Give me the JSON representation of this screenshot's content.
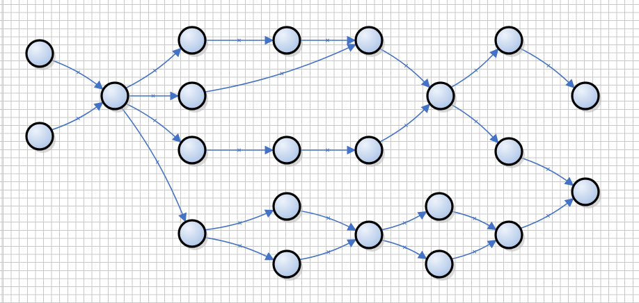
{
  "colors": {
    "edge": "#4472c4",
    "node_fill_light": "#eef3fb",
    "node_fill_dark": "#a9c2e6",
    "node_border": "#000000",
    "grid": "#c8c8c8"
  },
  "nodes": [
    {
      "id": "n1"
    },
    {
      "id": "n2"
    },
    {
      "id": "n3"
    },
    {
      "id": "n4"
    },
    {
      "id": "n5"
    },
    {
      "id": "n6"
    },
    {
      "id": "n7"
    },
    {
      "id": "n8"
    },
    {
      "id": "n9"
    },
    {
      "id": "n10"
    },
    {
      "id": "n11"
    },
    {
      "id": "n12"
    },
    {
      "id": "n13"
    },
    {
      "id": "n14"
    },
    {
      "id": "n15"
    },
    {
      "id": "n16"
    },
    {
      "id": "n17"
    },
    {
      "id": "n18"
    },
    {
      "id": "n19"
    },
    {
      "id": "n20"
    },
    {
      "id": "n21"
    },
    {
      "id": "n22"
    },
    {
      "id": "n23"
    }
  ],
  "edges": [
    {
      "from": "n1",
      "to": "n3"
    },
    {
      "from": "n2",
      "to": "n3"
    },
    {
      "from": "n3",
      "to": "n4"
    },
    {
      "from": "n3",
      "to": "n5"
    },
    {
      "from": "n3",
      "to": "n6"
    },
    {
      "from": "n3",
      "to": "n7"
    },
    {
      "from": "n4",
      "to": "n8"
    },
    {
      "from": "n8",
      "to": "n9"
    },
    {
      "from": "n5",
      "to": "n9"
    },
    {
      "from": "n6",
      "to": "n10"
    },
    {
      "from": "n10",
      "to": "n11"
    },
    {
      "from": "n9",
      "to": "n12"
    },
    {
      "from": "n11",
      "to": "n12"
    },
    {
      "from": "n12",
      "to": "n13"
    },
    {
      "from": "n13",
      "to": "n14"
    },
    {
      "from": "n12",
      "to": "n15"
    },
    {
      "from": "n15",
      "to": "n16"
    },
    {
      "from": "n7",
      "to": "n17"
    },
    {
      "from": "n7",
      "to": "n18"
    },
    {
      "from": "n17",
      "to": "n19"
    },
    {
      "from": "n18",
      "to": "n19"
    },
    {
      "from": "n19",
      "to": "n20"
    },
    {
      "from": "n19",
      "to": "n21"
    },
    {
      "from": "n20",
      "to": "n22"
    },
    {
      "from": "n21",
      "to": "n22"
    },
    {
      "from": "n22",
      "to": "n16"
    }
  ]
}
